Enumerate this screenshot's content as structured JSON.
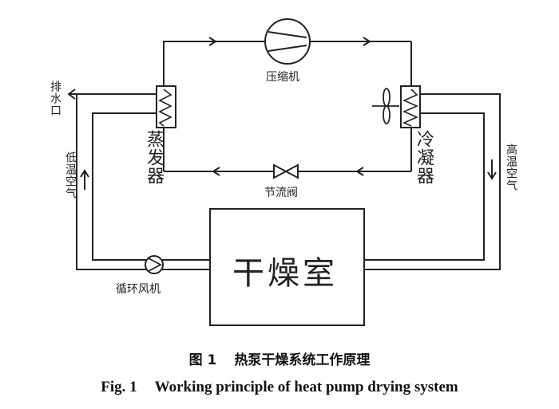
{
  "labels": {
    "compressor": "压缩机",
    "evaporator": "蒸发器",
    "condenser": "冷凝器",
    "throttle_valve": "节流阀",
    "circulation_fan": "循环风机",
    "drying_room": "干燥室",
    "exhaust_port": "排水口",
    "low_temp_air": "低温空气",
    "high_temp_air": "高温空气"
  },
  "caption": {
    "cn_number": "图 1",
    "cn_text": "热泵干燥系统工作原理",
    "en_number": "Fig. 1",
    "en_text": "Working principle of heat pump drying system"
  }
}
